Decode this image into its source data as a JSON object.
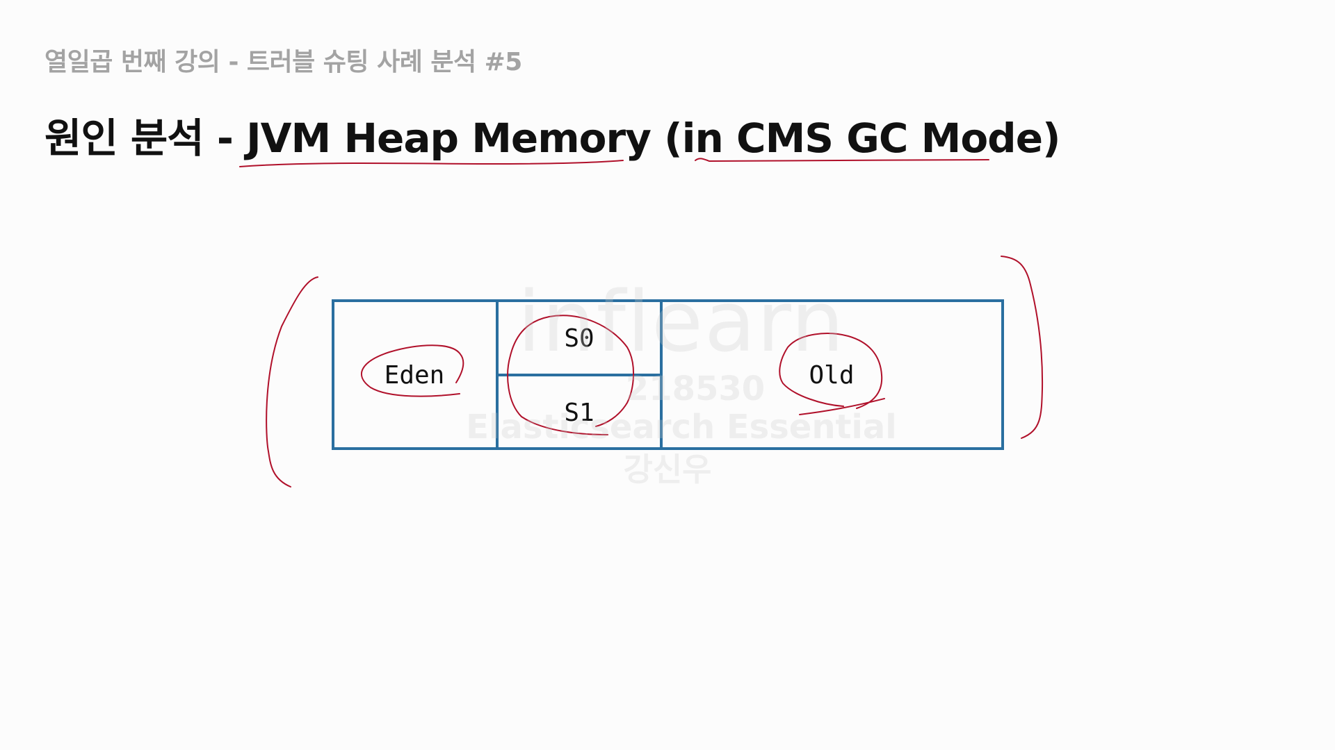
{
  "slide": {
    "subtitle": "열일곱 번째 강의 - 트러블 슈팅 사례 분석 #5",
    "title": "원인 분석 - JVM Heap Memory (in CMS GC Mode)"
  },
  "diagram": {
    "regions": {
      "eden": "Eden",
      "s0": "S0",
      "s1": "S1",
      "old": "Old"
    },
    "colors": {
      "box_stroke": "#2a6fa0",
      "annotation": "#b0102a"
    }
  },
  "watermark": {
    "logo": "inflearn",
    "id": "218530",
    "course": "Elasticsearch Essential",
    "name": "강신우"
  }
}
